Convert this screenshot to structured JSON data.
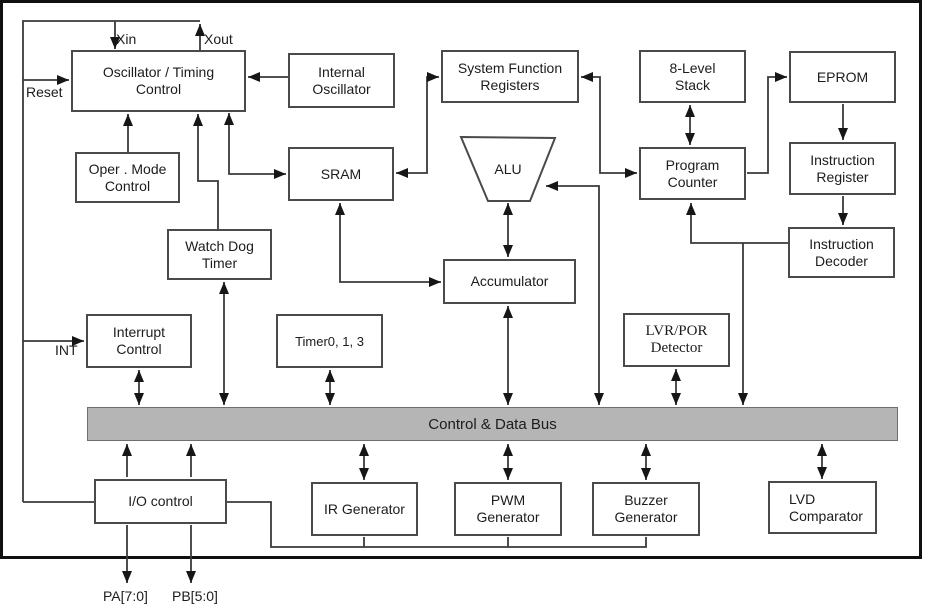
{
  "diagram": {
    "type": "microcontroller-block-diagram",
    "colors": {
      "bus_fill": "#b5b5b5",
      "wire": "#3a3a3a",
      "frame": "#101010"
    },
    "bus": {
      "label": "Control & Data Bus"
    },
    "blocks": {
      "oscillator": {
        "line1": "Oscillator / Timing",
        "line2": "Control"
      },
      "internal_osc": {
        "line1": "Internal",
        "line2": "Oscillator"
      },
      "sfr": {
        "line1": "System Function",
        "line2": "Registers"
      },
      "stack": {
        "line1": "8-Level",
        "line2": "Stack"
      },
      "eprom": {
        "line1": "EPROM"
      },
      "oper_mode": {
        "line1": "Oper . Mode",
        "line2": "Control"
      },
      "sram": {
        "line1": "SRAM"
      },
      "alu": {
        "line1": "ALU"
      },
      "program_counter": {
        "line1": "Program",
        "line2": "Counter"
      },
      "instruction_register": {
        "line1": "Instruction",
        "line2": "Register"
      },
      "watch_dog_timer": {
        "line1": "Watch Dog",
        "line2": "Timer"
      },
      "accumulator": {
        "line1": "Accumulator"
      },
      "instruction_decoder": {
        "line1": "Instruction",
        "line2": "Decoder"
      },
      "interrupt_control": {
        "line1": "Interrupt",
        "line2": "Control"
      },
      "timers": {
        "line1": "Timer0, 1, 3"
      },
      "lvr_por": {
        "line1": "LVR/POR",
        "line2": "Detector"
      },
      "io_control": {
        "line1": "I/O control"
      },
      "ir_generator": {
        "line1": "IR Generator"
      },
      "pwm_generator": {
        "line1": "PWM",
        "line2": "Generator"
      },
      "buzzer_generator": {
        "line1": "Buzzer",
        "line2": "Generator"
      },
      "lvd_comparator": {
        "line1": "LVD",
        "line2": "Comparator"
      }
    },
    "pins": {
      "xin": "Xin",
      "xout": "Xout",
      "reset": "Reset",
      "int": "INT",
      "pa": "PA[7:0]",
      "pb": "PB[5:0]"
    }
  }
}
